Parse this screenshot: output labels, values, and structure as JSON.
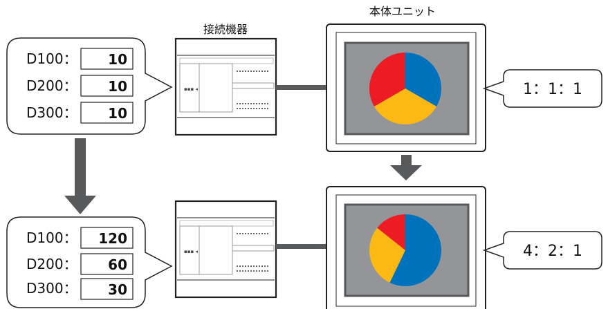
{
  "labels": {
    "device": "接続機器",
    "unit": "本体ユニット"
  },
  "top": {
    "registers": [
      {
        "name": "D100：",
        "value": "10"
      },
      {
        "name": "D200：",
        "value": "10"
      },
      {
        "name": "D300：",
        "value": "10"
      }
    ],
    "ratio": "1：1：1",
    "pie": [
      10,
      10,
      10
    ]
  },
  "bottom": {
    "registers": [
      {
        "name": "D100：",
        "value": "120"
      },
      {
        "name": "D200：",
        "value": "60"
      },
      {
        "name": "D300：",
        "value": "30"
      }
    ],
    "ratio": "4：2：1",
    "pie": [
      120,
      60,
      30
    ]
  },
  "colors": {
    "slice1": "#0072bc",
    "slice2": "#fcb813",
    "slice3": "#ed1c24",
    "screen": "#939598",
    "arrow": "#58595b",
    "cable": "#58595b"
  }
}
